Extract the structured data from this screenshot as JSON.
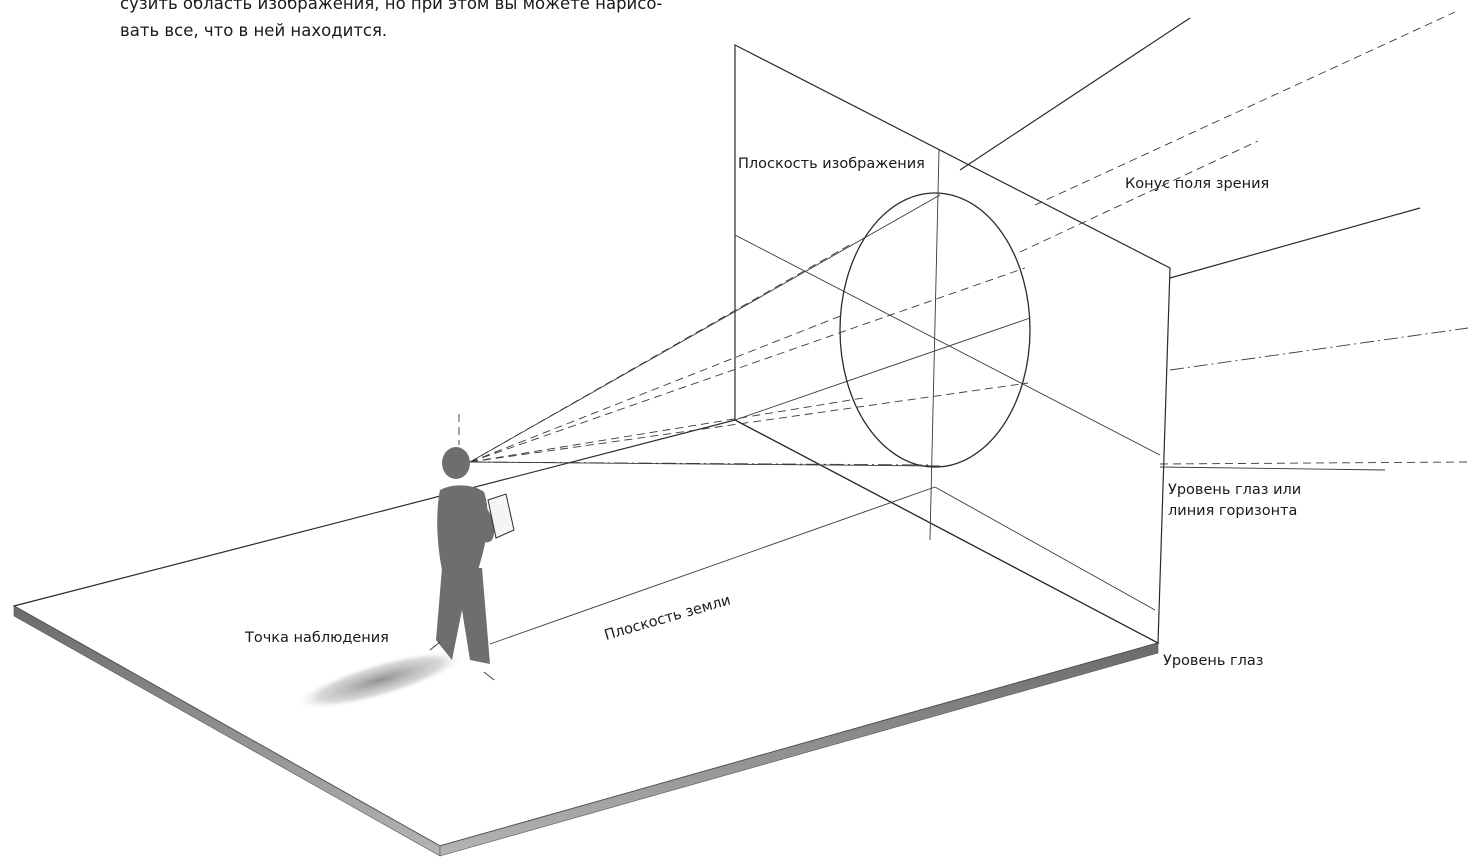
{
  "intro_text": {
    "line1": "сузить область изображения, но при этом вы можете нарисо-",
    "line2": "вать все, что в ней находится."
  },
  "labels": {
    "picture_plane": "Плоскость изображения",
    "cone_of_vision": "Конус поля зрения",
    "eye_level_horizon_1": "Уровень глаз или",
    "eye_level_horizon_2": "линия горизонта",
    "ground_plane": "Плоскость земли",
    "station_point": "Точка наблюдения",
    "eye_level": "Уровень глаз"
  },
  "colors": {
    "line": "#2b2b2b",
    "platform_edge": "#8a8a8a",
    "figure": "#6e6e6e",
    "shadow": "#9a9a9a"
  }
}
